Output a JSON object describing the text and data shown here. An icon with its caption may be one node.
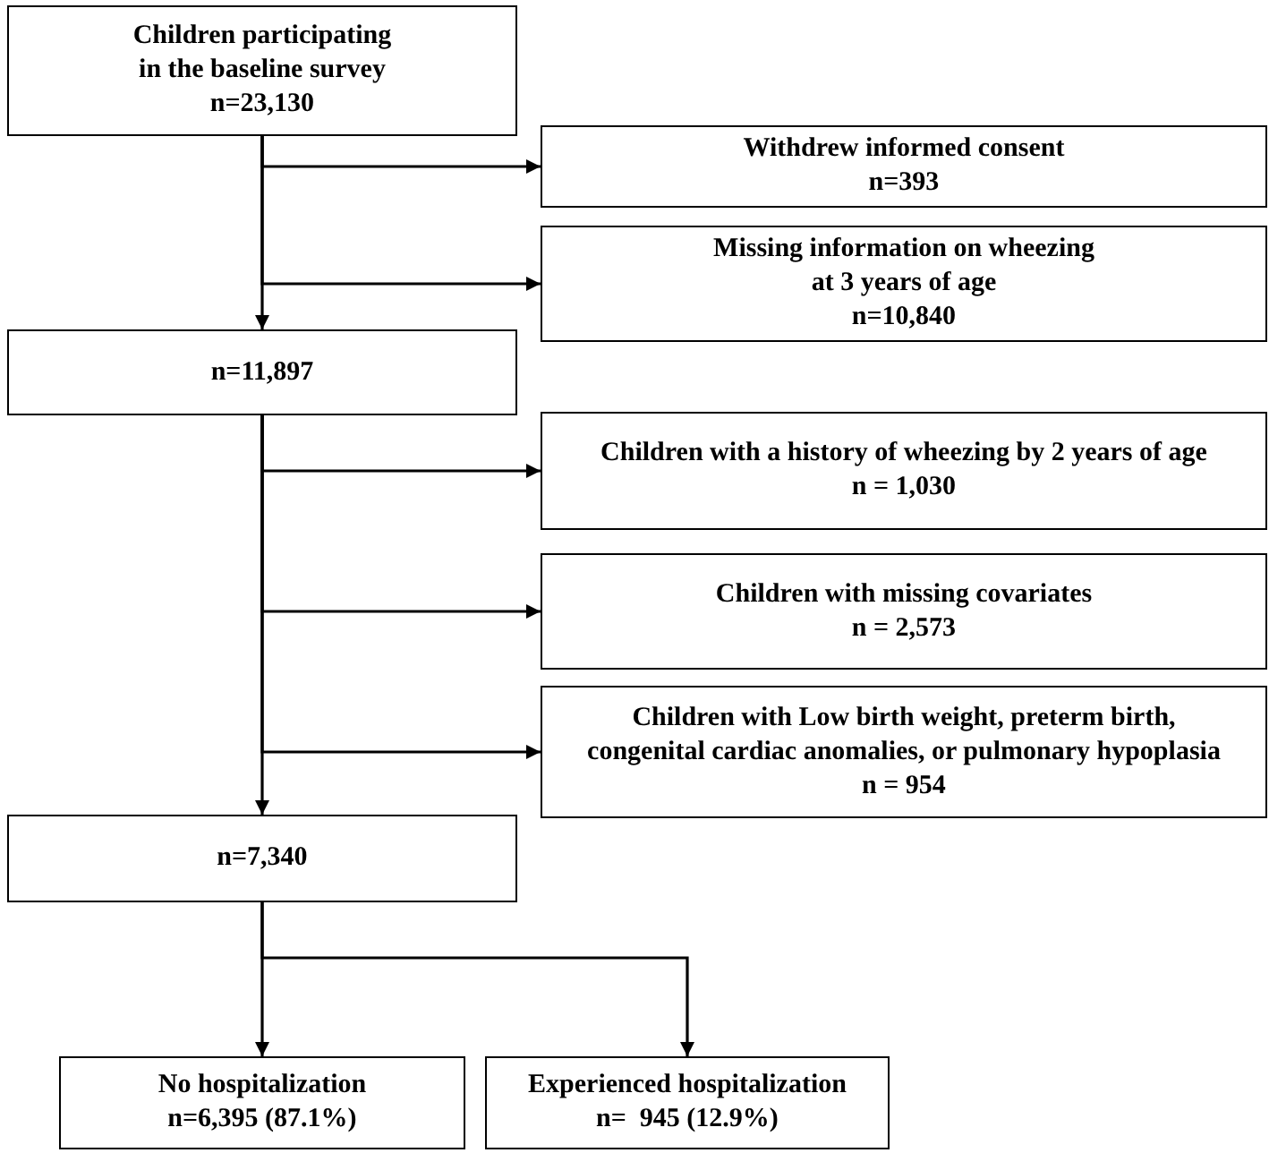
{
  "diagram": {
    "nodes": [
      {
        "text": [
          "Children participating in the baseline survey",
          "n=23,130"
        ]
      },
      {
        "text": [
          "Withdrew informed consent",
          "n=393"
        ]
      },
      {
        "text": [
          "Missing information on wheezing at 3 years of age",
          "n=10,840"
        ]
      },
      {
        "text": [
          "n=11,897"
        ]
      },
      {
        "text": [
          "Children with a history of wheezing by 2 years of age",
          "n = 1,030"
        ]
      },
      {
        "text": [
          "Children with missing covariates",
          "n = 2,573"
        ]
      },
      {
        "text": [
          "Children with Low birth weight, preterm birth, congenital cardiac anomalies, or pulmonary hypoplasia",
          "n = 954"
        ]
      },
      {
        "text": [
          "n=7,340"
        ]
      },
      {
        "text": [
          "No hospitalization",
          "n=6,395 (87.1%)"
        ]
      },
      {
        "text": [
          "Experienced hospitalization",
          "n=  945 (12.9%)"
        ]
      }
    ],
    "edges": [
      {
        "from": 0,
        "to": 3,
        "arrow": "to"
      },
      {
        "from": 0,
        "to": 1,
        "arrow": "to"
      },
      {
        "from": 0,
        "to": 2,
        "arrow": "to"
      },
      {
        "from": 3,
        "to": 7,
        "arrow": "to"
      },
      {
        "from": 3,
        "to": 4,
        "arrow": "to"
      },
      {
        "from": 3,
        "to": 5,
        "arrow": "to"
      },
      {
        "from": 3,
        "to": 6,
        "arrow": "to"
      },
      {
        "from": 7,
        "to": 8,
        "arrow": "to"
      },
      {
        "from": 7,
        "to": 9,
        "arrow": "to"
      }
    ]
  }
}
